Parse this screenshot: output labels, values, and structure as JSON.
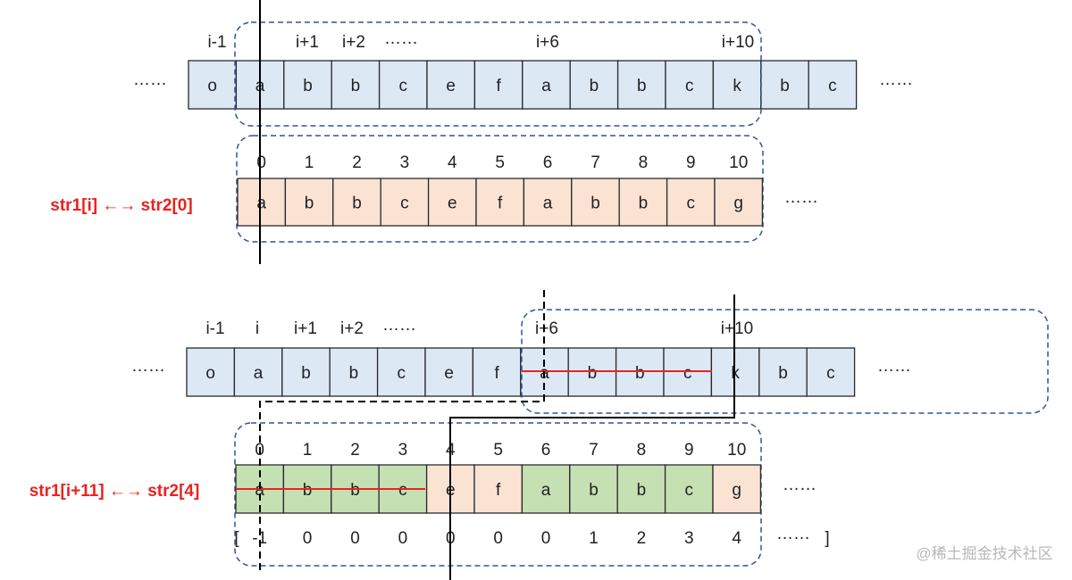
{
  "colors": {
    "cell_blue": "#dde8f5",
    "cell_peach": "#fbe3d4",
    "cell_green": "#c5e0b3",
    "cell_stroke": "#2a2a2a",
    "dash_blue": "#2f5597",
    "red": "#e8231f"
  },
  "ellipsis": "……",
  "top": {
    "index_labels": [
      "i-1",
      "i",
      "i+1",
      "i+2",
      "……",
      "i+6",
      "i+10"
    ],
    "str1_cells": [
      "o",
      "a",
      "b",
      "b",
      "c",
      "e",
      "f",
      "a",
      "b",
      "b",
      "c",
      "k",
      "b",
      "c"
    ],
    "str2_index_labels": [
      "0",
      "1",
      "2",
      "3",
      "4",
      "5",
      "6",
      "7",
      "8",
      "9",
      "10"
    ],
    "str2_cells": [
      "a",
      "b",
      "b",
      "c",
      "e",
      "f",
      "a",
      "b",
      "b",
      "c",
      "g"
    ],
    "caption": "str1[i] ←→ str2[0]"
  },
  "bottom": {
    "index_labels": [
      "i-1",
      "i",
      "i+1",
      "i+2",
      "……",
      "i+6",
      "i+10"
    ],
    "str1_cells": [
      "o",
      "a",
      "b",
      "b",
      "c",
      "e",
      "f",
      "a",
      "b",
      "b",
      "c",
      "k",
      "b",
      "c"
    ],
    "str2_index_labels": [
      "0",
      "1",
      "2",
      "3",
      "4",
      "5",
      "6",
      "7",
      "8",
      "9",
      "10"
    ],
    "str2_cells": [
      "a",
      "b",
      "b",
      "c",
      "e",
      "f",
      "a",
      "b",
      "b",
      "c",
      "g"
    ],
    "str2_green_mask": [
      1,
      1,
      1,
      1,
      0,
      0,
      1,
      1,
      1,
      1,
      0
    ],
    "next_array": [
      "-1",
      "0",
      "0",
      "0",
      "0",
      "0",
      "0",
      "1",
      "2",
      "3",
      "4"
    ],
    "next_open_bracket": "[",
    "next_close_bracket": "]",
    "caption": "str1[i+11] ←→ str2[4]"
  },
  "watermark": "@稀土掘金技术社区"
}
